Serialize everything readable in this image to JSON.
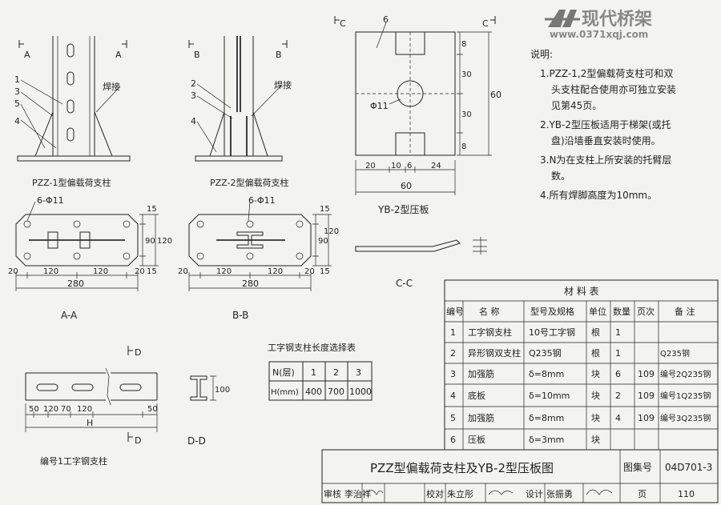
{
  "logo": {
    "brand": "现代桥架",
    "url": "www.0371xqj.com"
  },
  "section_marks": {
    "a": "A",
    "b": "B",
    "c": "C",
    "d": "D"
  },
  "view_pzz1": {
    "caption": "PZZ-1型偏载荷支柱",
    "callouts": [
      "1",
      "3",
      "5",
      "4"
    ],
    "weld": "焊接"
  },
  "view_pzz2": {
    "caption": "PZZ-2型偏载荷支柱",
    "callouts": [
      "2",
      "3",
      "4"
    ],
    "weld": "焊接"
  },
  "view_aa": {
    "caption": "A-A",
    "holes": "6-Φ11",
    "dims_bottom": [
      "20",
      "120",
      "120",
      "20"
    ],
    "total": "280",
    "dims_right": [
      "15",
      "90",
      "15",
      "120"
    ]
  },
  "view_bb": {
    "caption": "B-B",
    "holes": "6-Φ11",
    "dims_bottom": [
      "20",
      "120",
      "120",
      "20"
    ],
    "total": "280",
    "dims_right": [
      "15",
      "90",
      "15",
      "120"
    ]
  },
  "view_yb2": {
    "caption": "YB-2型压板",
    "part": "6",
    "hole": "Φ11",
    "dims_right": [
      "8",
      "30",
      "30",
      "8"
    ],
    "dim_total_h": "60",
    "dims_bottom": [
      "20",
      "10",
      "6",
      "24"
    ],
    "dim_total_w": "60"
  },
  "view_cc": {
    "caption": "C-C"
  },
  "view_dd": {
    "caption": "D-D",
    "dim": "100"
  },
  "view_beam": {
    "caption": "编号1工字钢支柱",
    "dims": [
      "50",
      "120",
      "70",
      "120",
      "50"
    ],
    "total": "H"
  },
  "length_table": {
    "title": "工字钢支柱长度选择表",
    "row_n": [
      "N(层)",
      "1",
      "2",
      "3"
    ],
    "row_h": [
      "H(mm)",
      "400",
      "700",
      "1000"
    ]
  },
  "notes": {
    "title": "说明:",
    "lines": [
      "1.PZZ-1,2型偏载荷支柱可和双",
      "头支柱配合使用亦可独立安装",
      "见第45页。",
      "2.YB-2型压板适用于梯架(或托",
      "盘)沿墙垂直安装时使用。",
      "3.N为在支柱上所安装的托臂层",
      "数。",
      "4.所有焊脚高度为10mm。"
    ]
  },
  "materials": {
    "title": "材 料 表",
    "headers": [
      "编号",
      "名 称",
      "型号及规格",
      "单位",
      "数量",
      "页次",
      "备 注"
    ],
    "rows": [
      [
        "1",
        "工字钢支柱",
        "10号工字钢",
        "根",
        "1",
        "",
        ""
      ],
      [
        "2",
        "异形钢双支柱",
        "Q235钢",
        "根",
        "1",
        "",
        "Q235钢"
      ],
      [
        "3",
        "加强筋",
        "δ=8mm",
        "块",
        "6",
        "109",
        "编号2Q235钢"
      ],
      [
        "4",
        "底板",
        "δ=10mm",
        "块",
        "2",
        "109",
        "编号1Q235钢"
      ],
      [
        "5",
        "加强筋",
        "δ=8mm",
        "块",
        "4",
        "109",
        "编号3Q235钢"
      ],
      [
        "6",
        "压板",
        "δ=3mm",
        "块",
        "",
        "",
        ""
      ]
    ]
  },
  "title_block": {
    "title": "PZZ型偏载荷支柱及YB-2型压板图",
    "atlas_label": "图集号",
    "atlas_no": "04D701-3",
    "review_label": "审核",
    "review_name": "李治祥",
    "check_label": "校对",
    "check_name": "朱立彤",
    "design_label": "设计",
    "design_name": "张振勇",
    "page_label": "页",
    "page_no": "110"
  }
}
